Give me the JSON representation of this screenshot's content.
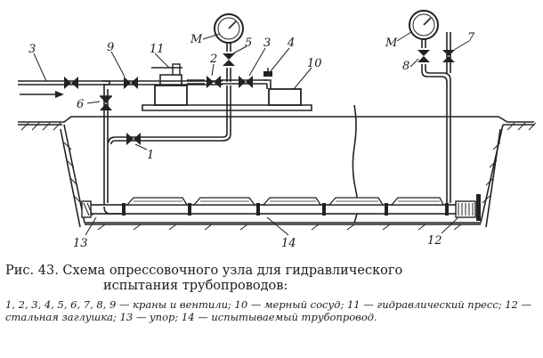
{
  "figure": {
    "labels": [
      "3",
      "9",
      "11",
      "M",
      "5",
      "3",
      "4",
      "10",
      "M",
      "7",
      "2",
      "6",
      "1",
      "8",
      "13",
      "14",
      "12"
    ],
    "caption_title_line1": "Рис. 43. Схема опрессовочного узла для гидравлического",
    "caption_title_line2": "испытания трубопроводов:",
    "legend": "1, 2, 3, 4, 5, 6, 7, 8, 9 — краны и вентили; 10 — мерный сосуд; 11 — гидравлический пресс; 12 — стальная заглушка; 13 — упор; 14 — испытываемый трубопровод."
  }
}
